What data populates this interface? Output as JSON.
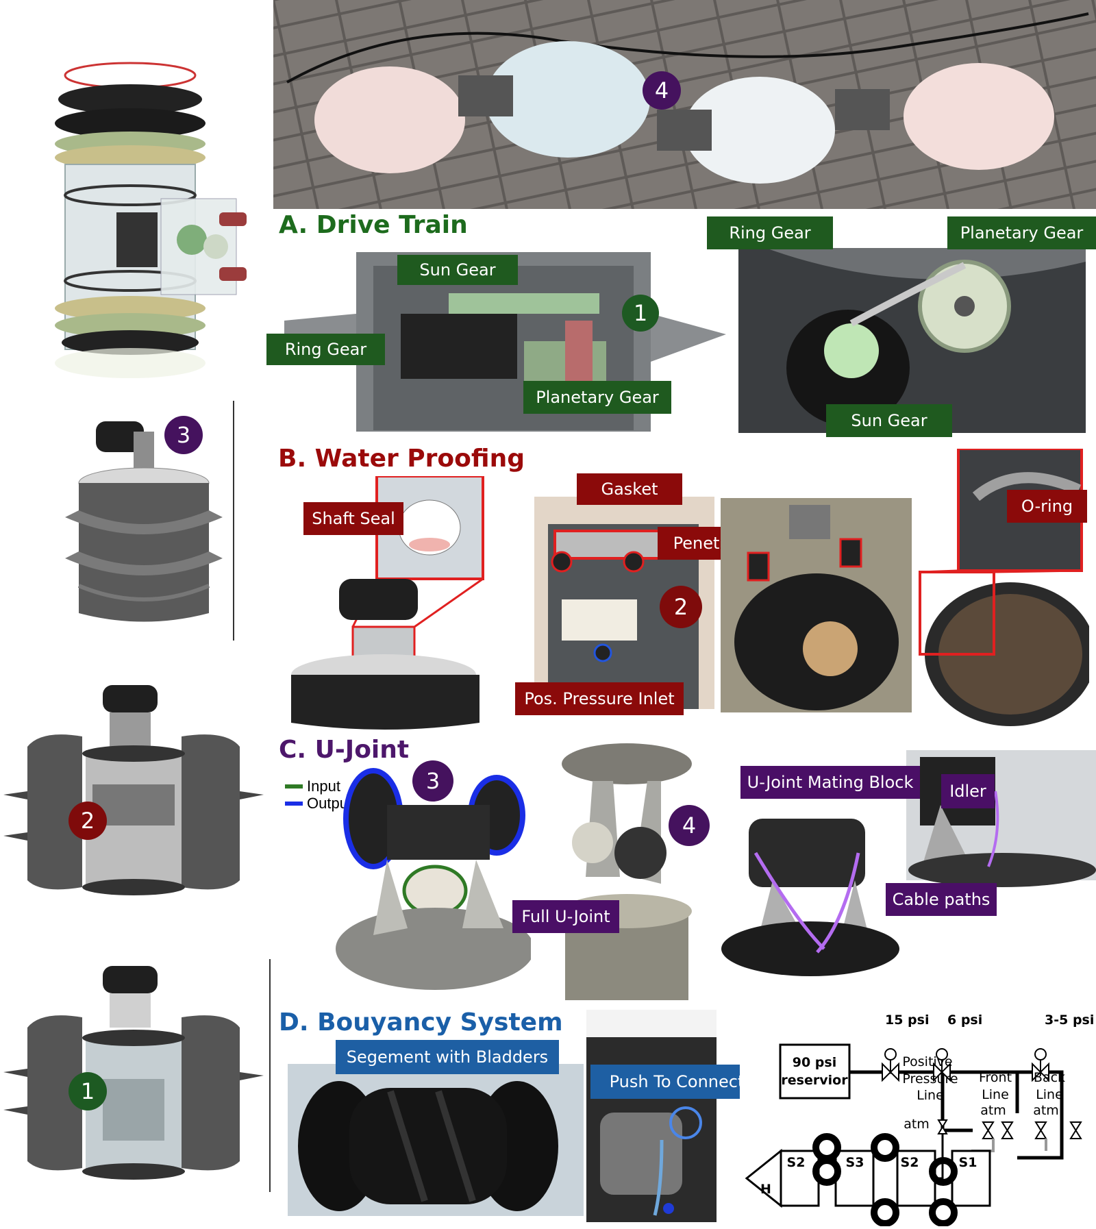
{
  "badges": {
    "one": "1",
    "two": "2",
    "three": "3",
    "four": "4"
  },
  "sections": {
    "a": {
      "title": "A. Drive Train",
      "sun_gear": "Sun Gear",
      "ring_gear": "Ring Gear",
      "planetary_gear": "Planetary Gear"
    },
    "b": {
      "title": "B. Water Proofing",
      "shaft_seal": "Shaft Seal",
      "gasket": "Gasket",
      "penetrators": "Penetrators",
      "pressure_inlet": "Pos. Pressure Inlet",
      "oring": "O-ring"
    },
    "c": {
      "title": "C. U-Joint",
      "legend_input": "Input",
      "legend_output": "Output",
      "full_ujoint": "Full U-Joint",
      "mating_block": "U-Joint Mating Block",
      "idler": "Idler",
      "cable_paths": "Cable paths"
    },
    "d": {
      "title": "D. Bouyancy System",
      "segment": "Segement with Bladders",
      "push": "Push To Connect"
    }
  },
  "schematic": {
    "reservoir_l1": "90 psi",
    "reservoir_l2": "reservior",
    "reg1": "15 psi",
    "reg2": "6 psi",
    "reg3": "3-5 psi",
    "pos_l1": "Positive",
    "pos_l2": "Pressure",
    "pos_l3": "Line",
    "front_l1": "Front",
    "front_l2": "Line",
    "back_l1": "Back",
    "back_l2": "Line",
    "atm": "atm",
    "h": "H",
    "s2": "S2",
    "s3": "S3",
    "s1": "S1"
  },
  "colors": {
    "green": "#1f5a1f",
    "red": "#8b0a0a",
    "purple": "#4a0f66",
    "blue": "#1e5fa3"
  }
}
